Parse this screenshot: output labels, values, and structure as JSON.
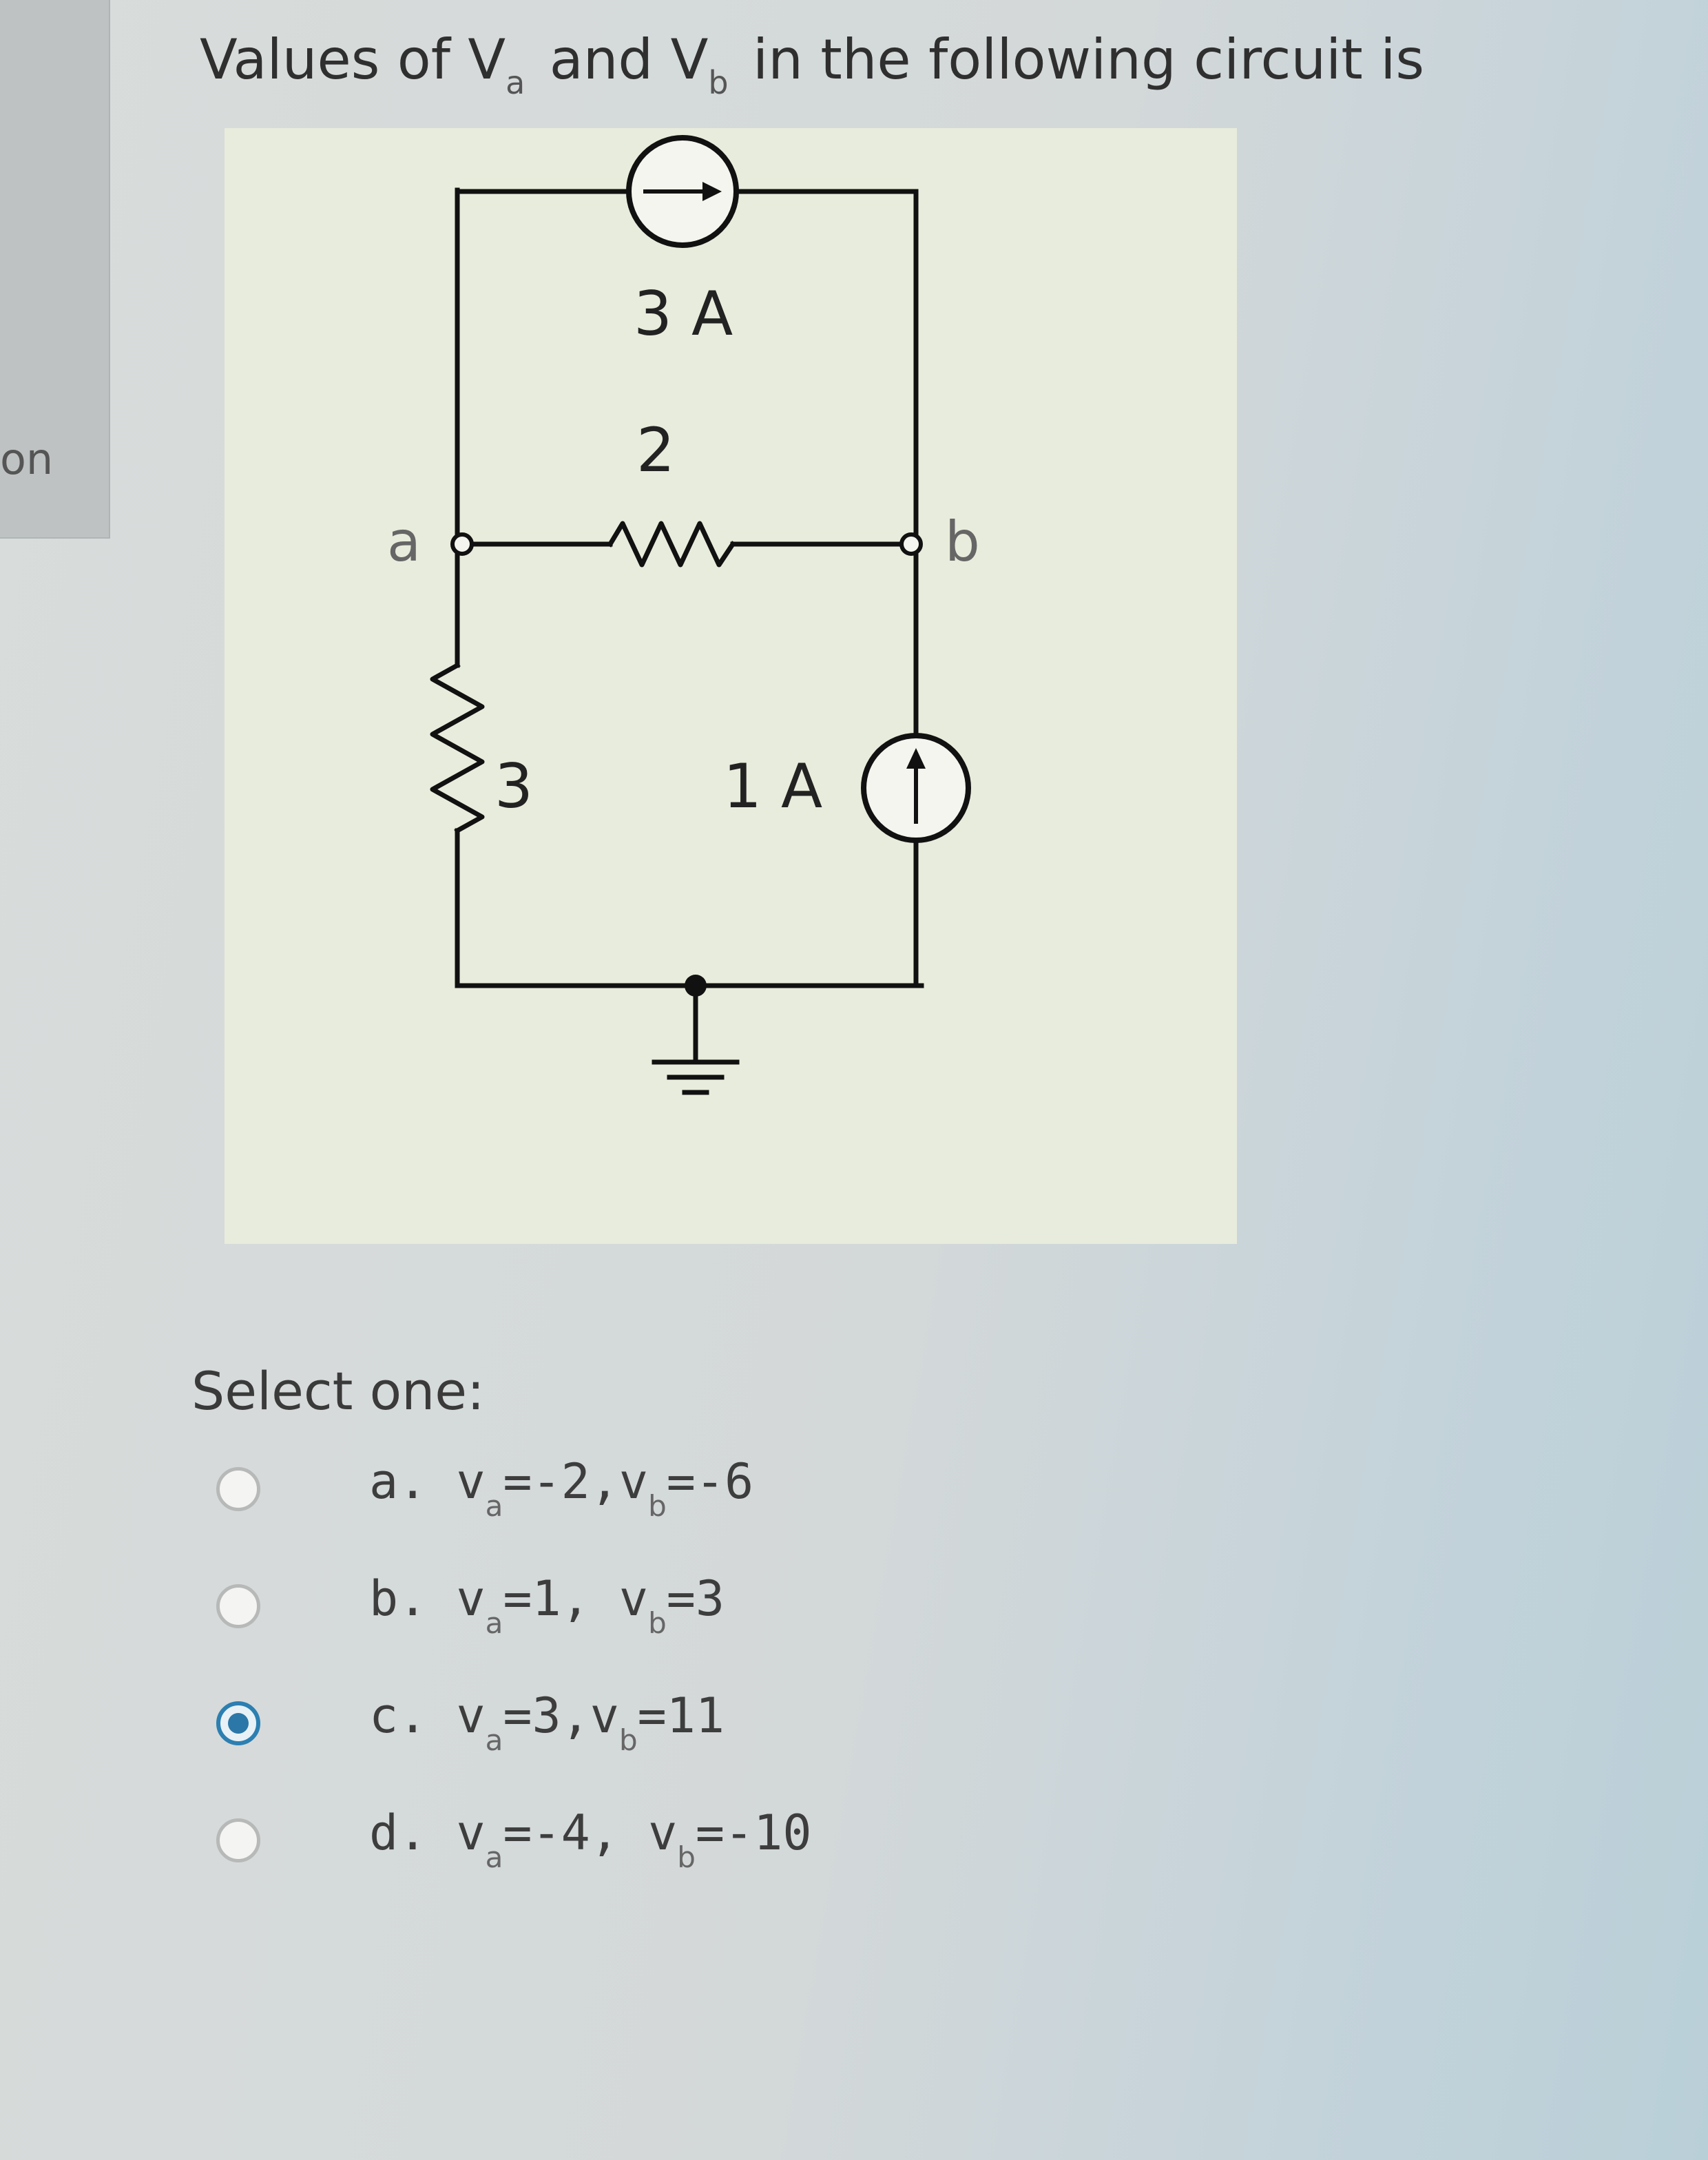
{
  "sidebar": {
    "text": "on"
  },
  "question": {
    "prefix": "Values of V",
    "sub_a": "a",
    "mid": " and V",
    "sub_b": "b",
    "suffix": " in the following circuit is"
  },
  "circuit": {
    "source_top_label": "3 A",
    "resistor_top_label": "2",
    "node_a_label": "a",
    "node_b_label": "b",
    "resistor_left_label": "3",
    "source_right_label": "1 A"
  },
  "select_label": "Select one:",
  "options": [
    {
      "letter": "a.",
      "va_prefix": "v",
      "va_sub": "a",
      "va_val": "=-2,v",
      "vb_sub": "b",
      "vb_val": "=-6",
      "checked": false
    },
    {
      "letter": "b.",
      "va_prefix": "v",
      "va_sub": "a",
      "va_val": "=1, v",
      "vb_sub": "b",
      "vb_val": "=3",
      "checked": false
    },
    {
      "letter": "c.",
      "va_prefix": "v",
      "va_sub": "a",
      "va_val": "=3,v",
      "vb_sub": "b",
      "vb_val": "=11",
      "checked": true
    },
    {
      "letter": "d.",
      "va_prefix": "v",
      "va_sub": "a",
      "va_val": "=-4, v",
      "vb_sub": "b",
      "vb_val": "=-10",
      "checked": false
    }
  ],
  "colors": {
    "radio_selected": "#2b78a8",
    "figure_bg": "#e8ecdc"
  }
}
